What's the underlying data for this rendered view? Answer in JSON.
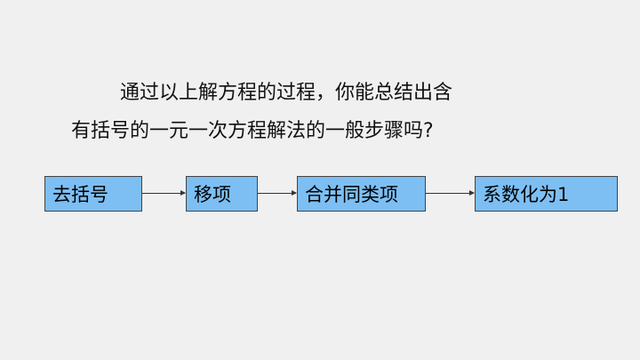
{
  "question": {
    "line1": "通过以上解方程的过程，你能总结出含",
    "line2": "有括号的一元一次方程解法的一般步骤吗?"
  },
  "steps": [
    "去括号",
    "移项",
    "合并同类项",
    "系数化为1"
  ]
}
